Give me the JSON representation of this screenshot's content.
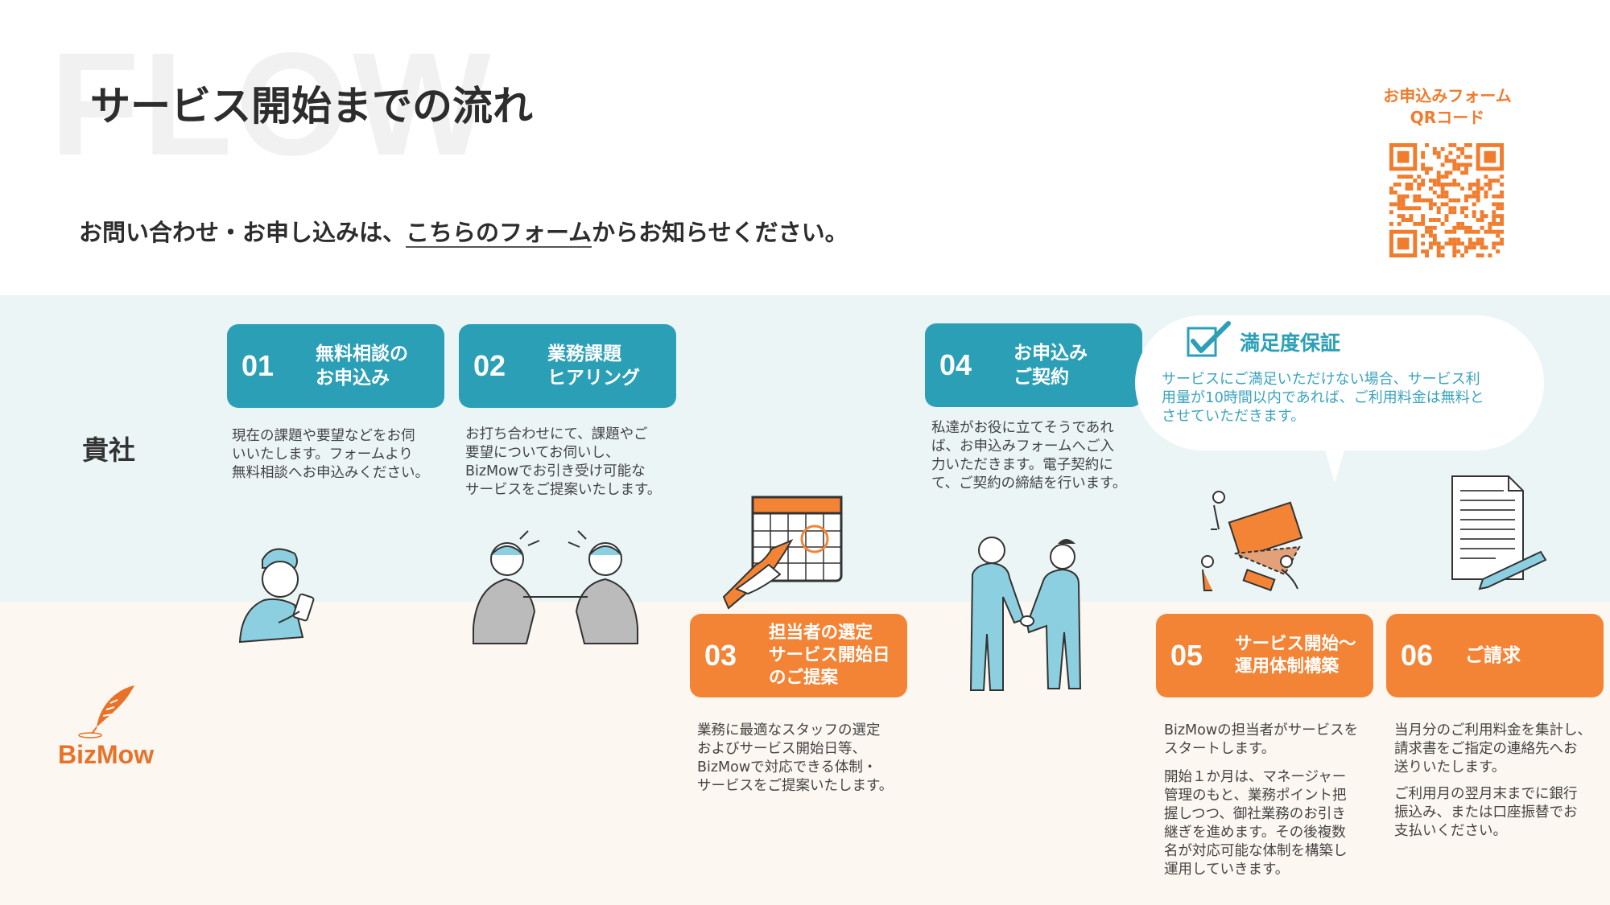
{
  "header": {
    "bg_word": "FLOW",
    "title": "サービス開始までの流れ",
    "subtitle_before": "お問い合わせ・お申し込みは、",
    "subtitle_link": "こちらのフォーム",
    "subtitle_after": "からお知らせください。",
    "qr_label_line1": "お申込みフォーム",
    "qr_label_line2": "QRコード"
  },
  "rows": {
    "client_label": "貴社"
  },
  "brand": {
    "name": "BizMow",
    "accent": "#f07c2d"
  },
  "colors": {
    "teal": "#2b9fb6",
    "orange": "#f48435",
    "band_top": "#ebf5f6",
    "band_bottom": "#fcf7f1"
  },
  "steps": [
    {
      "num": "01",
      "title": "無料相談の\nお申込み",
      "desc": "現在の課題や要望などをお伺\nいいたします。フォームより\n無料相談へお申込みください。"
    },
    {
      "num": "02",
      "title": "業務課題\nヒアリング",
      "desc": "お打ち合わせにて、課題やご\n要望についてお伺いし、\nBizMowでお引き受け可能な\nサービスをご提案いたします。"
    },
    {
      "num": "03",
      "title": "担当者の選定\nサービス開始日\nのご提案",
      "desc": "業務に最適なスタッフの選定\nおよびサービス開始日等、\nBizMowで対応できる体制・\nサービスをご提案いたします。"
    },
    {
      "num": "04",
      "title": "お申込み\nご契約",
      "desc": "私達がお役に立てそうであれ\nば、お申込みフォームへご入\n力いただきます。電子契約に\nて、ご契約の締結を行います。"
    },
    {
      "num": "05",
      "title": "サービス開始～\n運用体制構築",
      "desc1": "BizMowの担当者がサービスを\nスタートします。",
      "desc2": "開始１か月は、マネージャー\n管理のもと、業務ポイント把\n握しつつ、御社業務のお引き\n継ぎを進めます。その後複数\n名が対応可能な体制を構築し\n運用していきます。"
    },
    {
      "num": "06",
      "title": "ご請求",
      "desc1": "当月分のご利用料金を集計し、\n請求書をご指定の連絡先へお\n送りいたします。",
      "desc2": "ご利用月の翌月末までに銀行\n振込み、または口座振替でお\n支払いください。"
    }
  ],
  "guarantee": {
    "title": "満足度保証",
    "text": "サービスにご満足いただけない場合、サービス利\n用量が10時間以内であれば、ご利用料金は無料と\nさせていただきます。"
  },
  "icons": [
    "checkbox-check-icon",
    "qr-code-icon",
    "quill-logo-icon",
    "person-phone-illustration",
    "meeting-illustration",
    "calendar-illustration",
    "handshake-illustration",
    "team-building-illustration",
    "document-illustration"
  ]
}
